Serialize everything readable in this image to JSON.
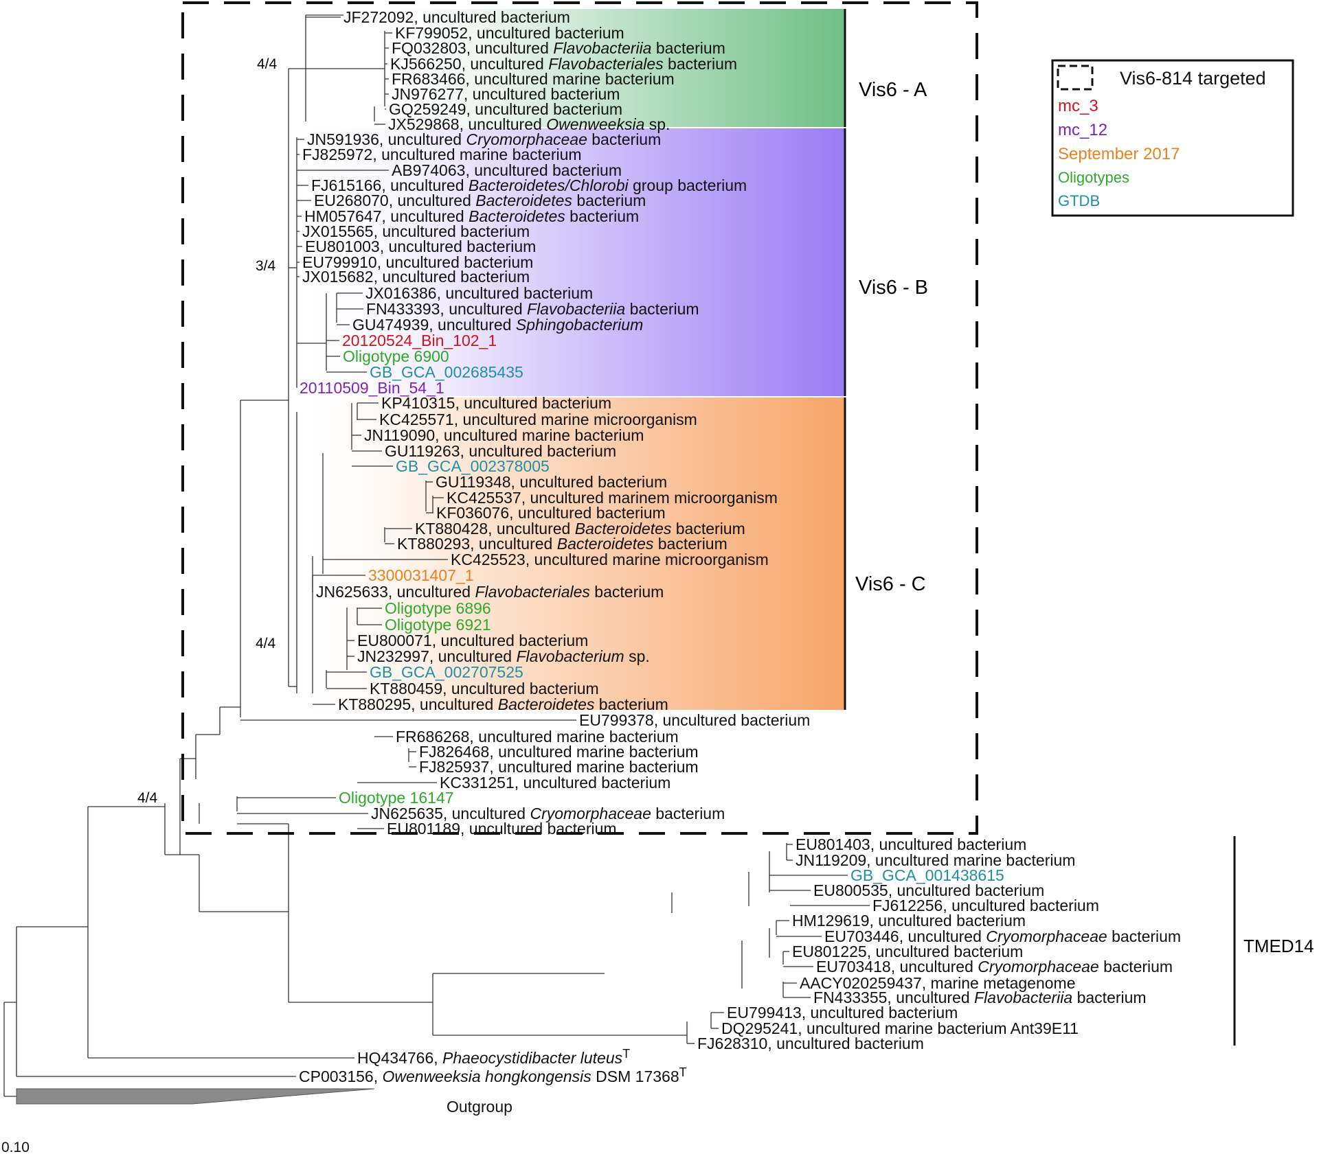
{
  "colors": {
    "black": "#111111",
    "mc_3": "#d4141b",
    "mc_12": "#7f22b8",
    "september_2017": "#e8821f",
    "oligotypes": "#2fa92a",
    "gtdb": "#1f8fa6",
    "vis6a_band": "#6fbf86",
    "vis6b_band": "#9a7cf4",
    "vis6c_band": "#f7a56a",
    "outgroup": "#8a8a8a"
  },
  "legend": {
    "items": [
      {
        "text": "Vis6-814 targeted",
        "color": "black",
        "marker": "dashed-box"
      },
      {
        "text": "mc_3",
        "color": "mc_3"
      },
      {
        "text": "mc_12",
        "color": "mc_12"
      },
      {
        "text": "September 2017",
        "color": "september_2017"
      },
      {
        "text": "Oligotypes",
        "color": "oligotypes"
      },
      {
        "text": "GTDB",
        "color": "gtdb"
      }
    ]
  },
  "clades": [
    {
      "name": "Vis6 - A"
    },
    {
      "name": "Vis6 - B"
    },
    {
      "name": "Vis6 - C"
    },
    {
      "name": "TMED14"
    }
  ],
  "support_values": [
    "4/4",
    "3/4",
    "4/4",
    "4/4"
  ],
  "outgroup_label": "Outgroup",
  "scale_label": "0.10",
  "leaves": [
    {
      "acc": "JF272092",
      "rest": ", uncultured bacterium",
      "color": "black"
    },
    {
      "acc": "KF799052",
      "rest": ", uncultured bacterium",
      "color": "black"
    },
    {
      "acc": "FQ032803",
      "rest": ", uncultured ",
      "ital": "Flavobacteriia",
      "post": " bacterium",
      "color": "black"
    },
    {
      "acc": "KJ566250",
      "rest": ", uncultured ",
      "ital": "Flavobacteriales",
      "post": " bacterium",
      "color": "black"
    },
    {
      "acc": "FR683466",
      "rest": ", uncultured marine bacterium",
      "color": "black"
    },
    {
      "acc": "JN976277",
      "rest": ", uncultured bacterium",
      "color": "black"
    },
    {
      "acc": "GQ259249",
      "rest": ", uncultured bacterium",
      "color": "black"
    },
    {
      "acc": "JX529868",
      "rest": ", uncultured ",
      "ital": "Owenweeksia",
      "post": " sp.",
      "color": "black"
    },
    {
      "acc": "JN591936",
      "rest": ", uncultured ",
      "ital": "Cryomorphaceae",
      "post": " bacterium",
      "color": "black"
    },
    {
      "acc": "FJ825972",
      "rest": ", uncultured marine bacterium",
      "color": "black"
    },
    {
      "acc": "AB974063",
      "rest": ", uncultured bacterium",
      "color": "black"
    },
    {
      "acc": "FJ615166",
      "rest": ", uncultured ",
      "ital": "Bacteroidetes/Chlorobi",
      "post": " group bacterium",
      "color": "black"
    },
    {
      "acc": "EU268070",
      "rest": ", uncultured ",
      "ital": "Bacteroidetes",
      "post": " bacterium",
      "color": "black"
    },
    {
      "acc": "HM057647",
      "rest": ", uncultured ",
      "ital": "Bacteroidetes",
      "post": " bacterium",
      "color": "black"
    },
    {
      "acc": "JX015565",
      "rest": ", uncultured bacterium",
      "color": "black"
    },
    {
      "acc": "EU801003",
      "rest": ", uncultured bacterium",
      "color": "black"
    },
    {
      "acc": "EU799910",
      "rest": ", uncultured bacterium",
      "color": "black"
    },
    {
      "acc": "JX015682",
      "rest": ", uncultured bacterium",
      "color": "black"
    },
    {
      "acc": "JX016386",
      "rest": ", uncultured bacterium",
      "color": "black"
    },
    {
      "acc": "FN433393",
      "rest": ", uncultured ",
      "ital": "Flavobacteriia",
      "post": " bacterium",
      "color": "black"
    },
    {
      "acc": "GU474939",
      "rest": ", uncultured ",
      "ital": "Sphingobacterium",
      "post": "",
      "color": "black"
    },
    {
      "acc": "20120524_Bin_102_1",
      "rest": "",
      "color": "mc_3"
    },
    {
      "acc": "Oligotype 6900",
      "rest": "",
      "color": "oligotypes"
    },
    {
      "acc": "GB_GCA_002685435",
      "rest": "",
      "color": "gtdb"
    },
    {
      "acc": "20110509_Bin_54_1",
      "rest": "",
      "color": "mc_12"
    },
    {
      "acc": "KP410315",
      "rest": ", uncultured bacterium",
      "color": "black"
    },
    {
      "acc": "KC425571",
      "rest": ", uncultured marine microorganism",
      "color": "black"
    },
    {
      "acc": "JN119090",
      "rest": ", uncultured marine bacterium",
      "color": "black"
    },
    {
      "acc": "GU119263",
      "rest": ", uncultured bacterium",
      "color": "black"
    },
    {
      "acc": "GB_GCA_002378005",
      "rest": "",
      "color": "gtdb"
    },
    {
      "acc": "GU119348",
      "rest": ", uncultured bacterium",
      "color": "black"
    },
    {
      "acc": "KC425537",
      "rest": ", uncultured marinem microorganism",
      "color": "black"
    },
    {
      "acc": "KF036076",
      "rest": ", uncultured bacterium",
      "color": "black"
    },
    {
      "acc": "KT880428",
      "rest": ", uncultured ",
      "ital": "Bacteroidetes",
      "post": " bacterium",
      "color": "black"
    },
    {
      "acc": "KT880293",
      "rest": ", uncultured ",
      "ital": "Bacteroidetes",
      "post": " bacterium",
      "color": "black"
    },
    {
      "acc": "KC425523",
      "rest": ", uncultured marine microorganism",
      "color": "black"
    },
    {
      "acc": "3300031407_1",
      "rest": "",
      "color": "september_2017"
    },
    {
      "acc": "JN625633",
      "rest": ", uncultured ",
      "ital": "Flavobacteriales",
      "post": " bacterium",
      "color": "black"
    },
    {
      "acc": "Oligotype 6896",
      "rest": "",
      "color": "oligotypes"
    },
    {
      "acc": "Oligotype 6921",
      "rest": "",
      "color": "oligotypes"
    },
    {
      "acc": "EU800071",
      "rest": ", uncultured bacterium",
      "color": "black"
    },
    {
      "acc": "JN232997",
      "rest": ", uncultured ",
      "ital": "Flavobacterium",
      "post": " sp.",
      "color": "black"
    },
    {
      "acc": "GB_GCA_002707525",
      "rest": "",
      "color": "gtdb"
    },
    {
      "acc": "KT880459",
      "rest": ", uncultured bacterium",
      "color": "black"
    },
    {
      "acc": "KT880295",
      "rest": ", uncultured ",
      "ital": "Bacteroidetes",
      "post": " bacterium",
      "color": "black"
    },
    {
      "acc": "EU799378",
      "rest": ", uncultured bacterium",
      "color": "black"
    },
    {
      "acc": "FR686268",
      "rest": ", uncultured marine bacterium",
      "color": "black"
    },
    {
      "acc": "FJ826468",
      "rest": ", uncultured marine bacterium",
      "color": "black"
    },
    {
      "acc": "FJ825937",
      "rest": ", uncultured marine bacterium",
      "color": "black"
    },
    {
      "acc": "KC331251",
      "rest": ", uncultured bacterium",
      "color": "black"
    },
    {
      "acc": "Oligotype 16147",
      "rest": "",
      "color": "oligotypes"
    },
    {
      "acc": "JN625635",
      "rest": ", uncultured ",
      "ital": "Cryomorphaceae",
      "post": " bacterium",
      "color": "black"
    },
    {
      "acc": "EU801189",
      "rest": ", uncultured bacterium",
      "color": "black"
    },
    {
      "acc": "EU801403",
      "rest": ", uncultured bacterium",
      "color": "black"
    },
    {
      "acc": "JN119209",
      "rest": ", uncultured marine bacterium",
      "color": "black"
    },
    {
      "acc": "GB_GCA_001438615",
      "rest": "",
      "color": "gtdb"
    },
    {
      "acc": "EU800535",
      "rest": ", uncultured bacterium",
      "color": "black"
    },
    {
      "acc": "FJ612256",
      "rest": ", uncultured bacterium",
      "color": "black"
    },
    {
      "acc": "HM129619",
      "rest": ", uncultured bacterium",
      "color": "black"
    },
    {
      "acc": "EU703446",
      "rest": ", uncultured ",
      "ital": "Cryomorphaceae",
      "post": " bacterium",
      "color": "black"
    },
    {
      "acc": "EU801225",
      "rest": ", uncultured bacterium",
      "color": "black"
    },
    {
      "acc": "EU703418",
      "rest": ", uncultured ",
      "ital": "Cryomorphaceae",
      "post": " bacterium",
      "color": "black"
    },
    {
      "acc": "AACY020259437",
      "rest": ", marine metagenome",
      "color": "black"
    },
    {
      "acc": "FN433355",
      "rest": ", uncultured ",
      "ital": "Flavobacteriia",
      "post": " bacterium",
      "color": "black"
    },
    {
      "acc": "EU799413",
      "rest": ", uncultured bacterium",
      "color": "black"
    },
    {
      "acc": "DQ295241",
      "rest": ", uncultured marine bacterium Ant39E11",
      "color": "black"
    },
    {
      "acc": "FJ628310",
      "rest": ", uncultured bacterium",
      "color": "black"
    },
    {
      "acc": "HQ434766",
      "rest": ", ",
      "ital": "Phaeocystidibacter luteus",
      "post": "",
      "sup": "T",
      "color": "black"
    },
    {
      "acc": "CP003156",
      "rest": ", ",
      "ital": "Owenweeksia hongkongensis",
      "post": " DSM 17368",
      "sup": "T",
      "color": "black"
    }
  ]
}
